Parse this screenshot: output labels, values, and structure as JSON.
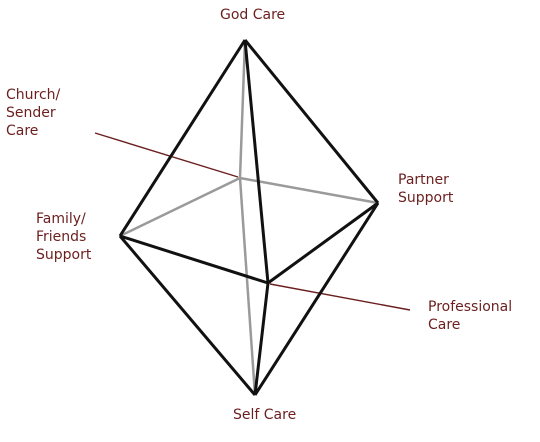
{
  "colors": {
    "label_text": "#6b1f1f",
    "front_edge": "#111111",
    "back_edge": "#9a9a9a",
    "pointer_line": "#6b1f1f"
  },
  "labels": {
    "god_care": [
      "God Care"
    ],
    "church_sender_care": [
      "Church/",
      "Sender",
      "Care"
    ],
    "partner_support": [
      "Partner",
      "Support"
    ],
    "family_friends_support": [
      "Family/",
      "Friends",
      "Support"
    ],
    "professional_care": [
      "Professional",
      "Care"
    ],
    "self_care": [
      "Self Care"
    ]
  }
}
